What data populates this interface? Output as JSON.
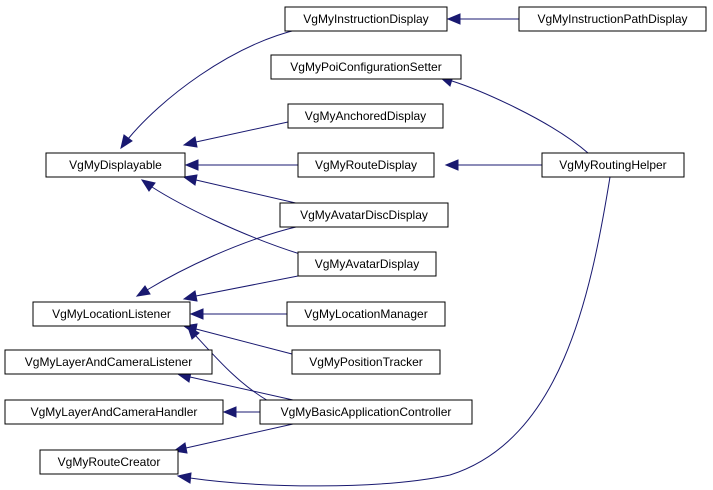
{
  "nodes": {
    "instruction_display": "VgMyInstructionDisplay",
    "instruction_path_display": "VgMyInstructionPathDisplay",
    "poi_configuration_setter": "VgMyPoiConfigurationSetter",
    "anchored_display": "VgMyAnchoredDisplay",
    "displayable": "VgMyDisplayable",
    "route_display": "VgMyRouteDisplay",
    "routing_helper": "VgMyRoutingHelper",
    "avatar_disc_display": "VgMyAvatarDiscDisplay",
    "avatar_display": "VgMyAvatarDisplay",
    "location_listener": "VgMyLocationListener",
    "location_manager": "VgMyLocationManager",
    "position_tracker": "VgMyPositionTracker",
    "layer_and_camera_listener": "VgMyLayerAndCameraListener",
    "layer_and_camera_handler": "VgMyLayerAndCameraHandler",
    "basic_application_controller": "VgMyBasicApplicationController",
    "route_creator": "VgMyRouteCreator"
  },
  "edges": [
    {
      "from": "instruction_path_display",
      "to": "instruction_display"
    },
    {
      "from": "instruction_display",
      "to": "displayable"
    },
    {
      "from": "anchored_display",
      "to": "displayable"
    },
    {
      "from": "route_display",
      "to": "displayable"
    },
    {
      "from": "avatar_disc_display",
      "to": "displayable"
    },
    {
      "from": "avatar_display",
      "to": "displayable"
    },
    {
      "from": "routing_helper",
      "to": "poi_configuration_setter"
    },
    {
      "from": "routing_helper",
      "to": "route_display"
    },
    {
      "from": "routing_helper",
      "to": "route_creator"
    },
    {
      "from": "avatar_disc_display",
      "to": "location_listener"
    },
    {
      "from": "avatar_display",
      "to": "location_listener"
    },
    {
      "from": "location_manager",
      "to": "location_listener"
    },
    {
      "from": "position_tracker",
      "to": "location_listener"
    },
    {
      "from": "basic_application_controller",
      "to": "location_listener"
    },
    {
      "from": "basic_application_controller",
      "to": "layer_and_camera_listener"
    },
    {
      "from": "basic_application_controller",
      "to": "layer_and_camera_handler"
    },
    {
      "from": "basic_application_controller",
      "to": "route_creator"
    }
  ],
  "colors": {
    "edge": "#191970",
    "node_border": "#000000",
    "node_fill": "#ffffff",
    "background": "#ffffff"
  }
}
